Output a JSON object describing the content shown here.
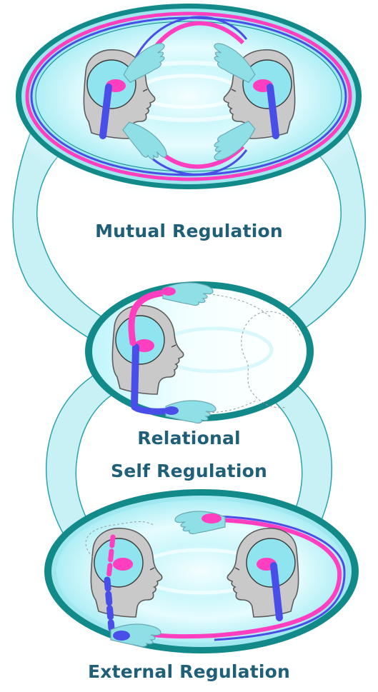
{
  "labels": {
    "mutual": "Mutual Regulation",
    "relational_line1": "Relational",
    "relational_line2": "Self Regulation",
    "external": "External Regulation"
  },
  "colors": {
    "band_fill": "#c8f1f6",
    "band_stroke": "#2aa3aa",
    "ring_dark": "#138a8a",
    "ring_light": "#9fe8f0",
    "inner_fill": "#bff5fb",
    "magenta": "#ff3fbf",
    "blue": "#4a4ee8",
    "head_gray": "#c9c9c9",
    "brain_fill": "#8fe4ef",
    "hand_fill": "#8edfe6",
    "text": "#1f5f78"
  }
}
